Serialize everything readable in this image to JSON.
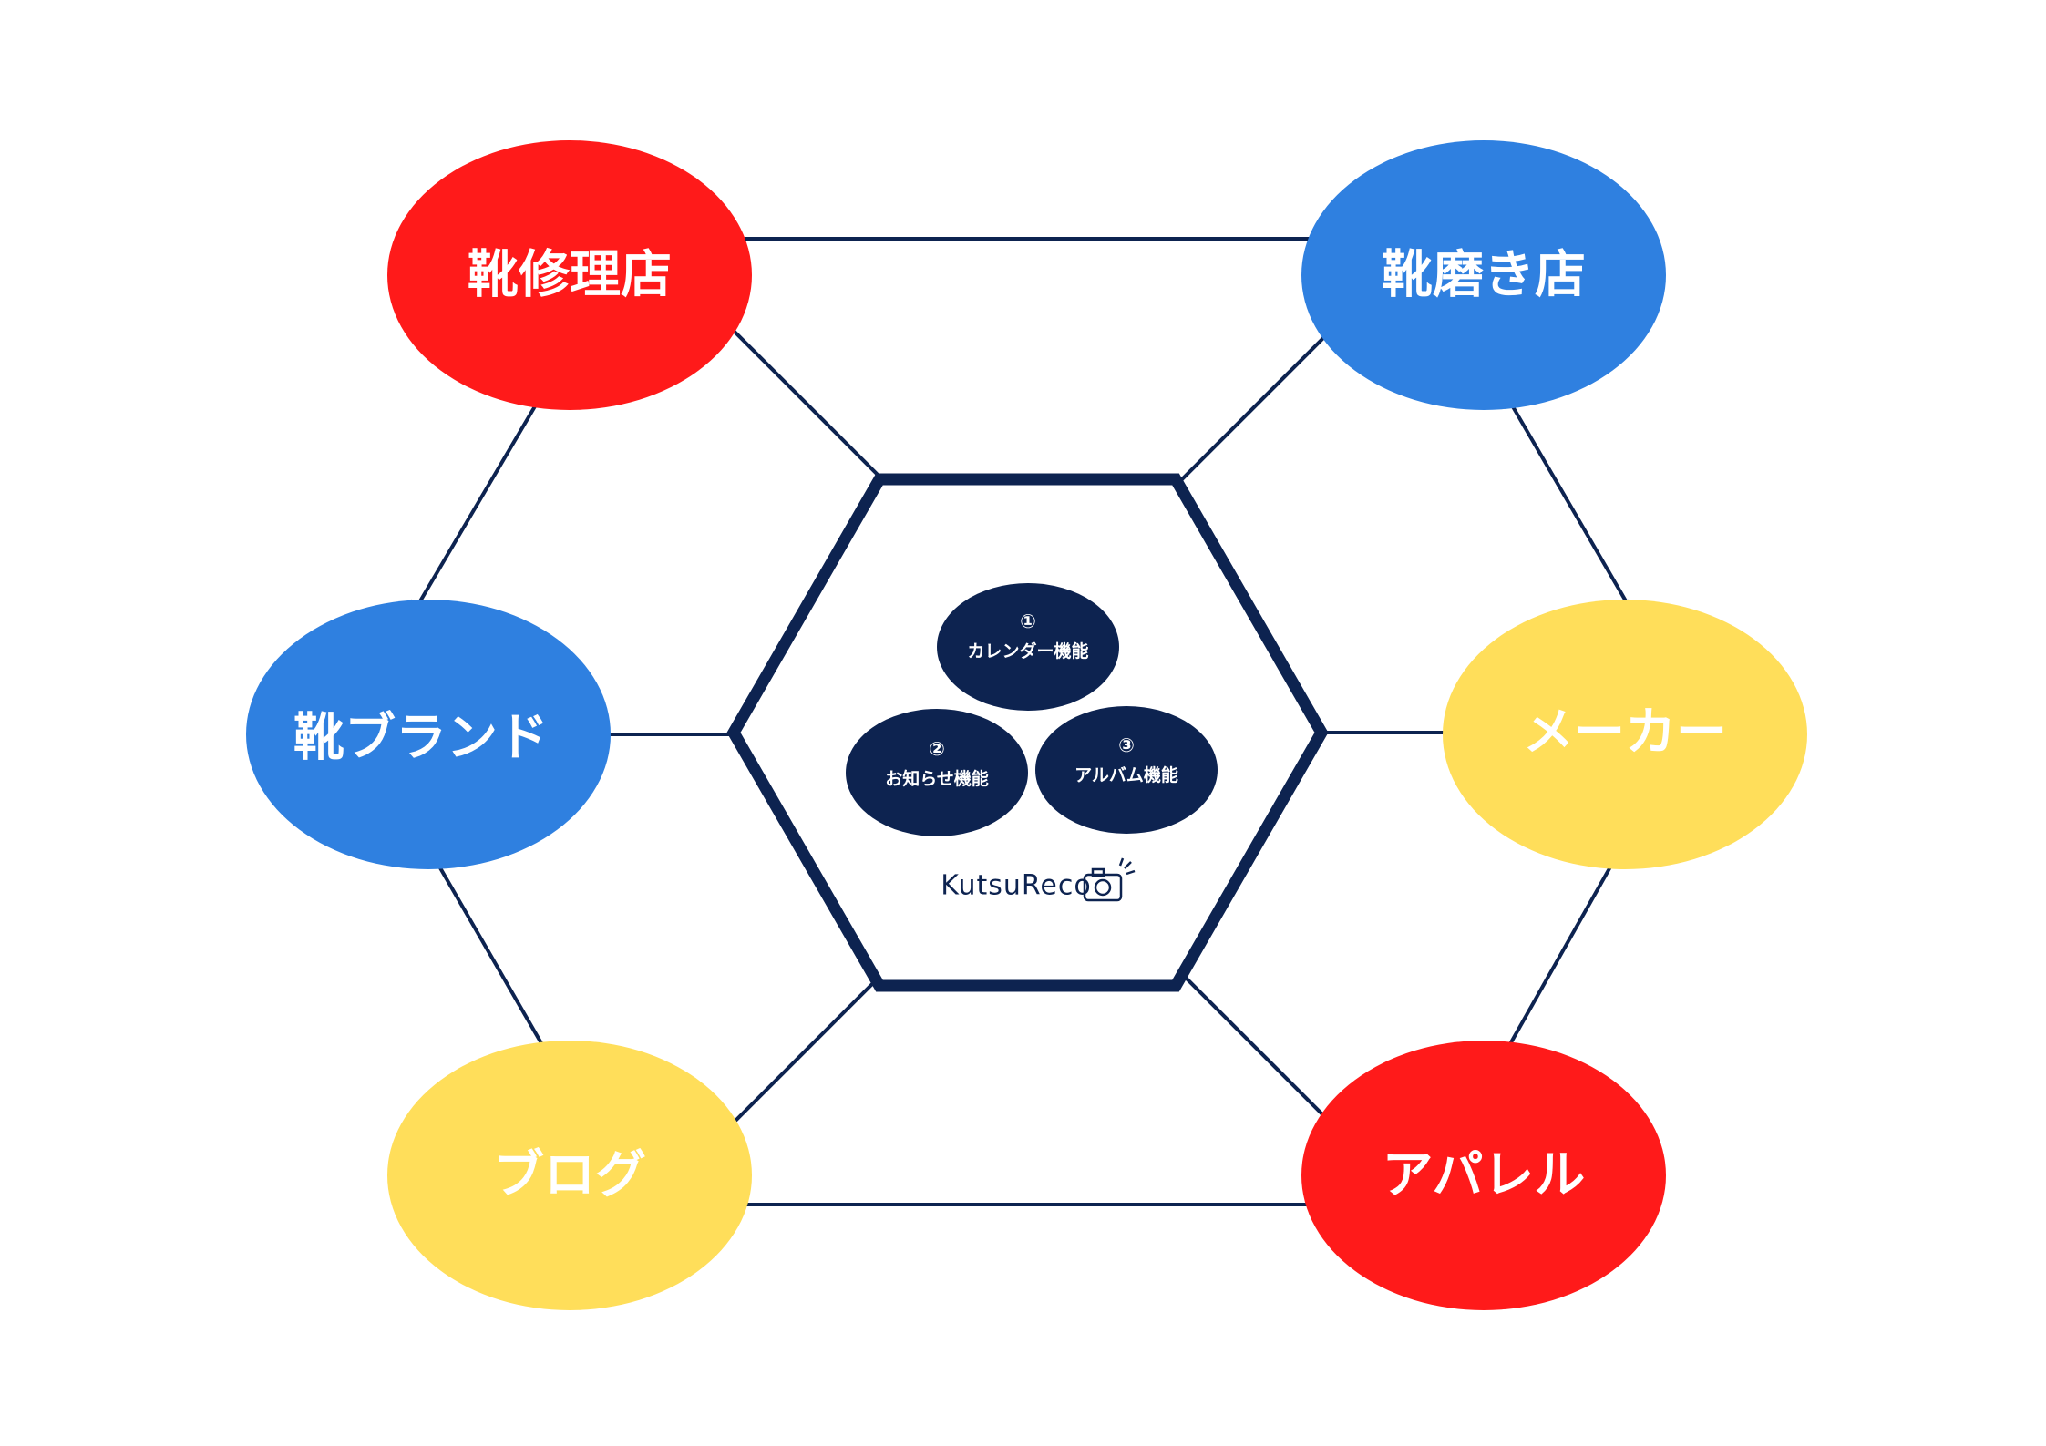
{
  "diagram": {
    "nodes": [
      {
        "id": "shoe-repair",
        "label": "靴修理店",
        "color": "#ff1a1a"
      },
      {
        "id": "shoe-shine",
        "label": "靴磨き店",
        "color": "#2f80e0"
      },
      {
        "id": "shoe-brand",
        "label": "靴ブランド",
        "color": "#2f80e0"
      },
      {
        "id": "maker",
        "label": "メーカー",
        "color": "#ffde5a"
      },
      {
        "id": "blog",
        "label": "ブログ",
        "color": "#ffde5a"
      },
      {
        "id": "apparel",
        "label": "アパレル",
        "color": "#ff1a1a"
      }
    ],
    "center": {
      "features": [
        {
          "number": "①",
          "label": "カレンダー機能"
        },
        {
          "number": "②",
          "label": "お知らせ機能"
        },
        {
          "number": "③",
          "label": "アルバム機能"
        }
      ],
      "logo": "KutsuReco"
    },
    "colors": {
      "line": "#0d2350",
      "feature_fill": "#0d2350",
      "text": "#ffffff"
    }
  }
}
